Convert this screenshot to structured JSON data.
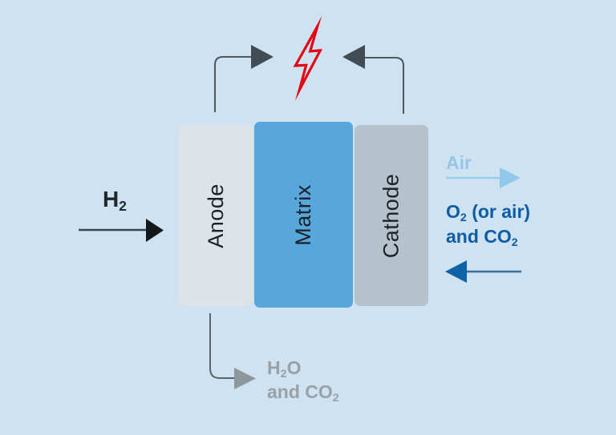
{
  "diagram": {
    "background": "#cfe2f1",
    "cell": {
      "layers": [
        {
          "id": "anode",
          "label": "Anode",
          "color": "#dde3e7"
        },
        {
          "id": "matrix",
          "label": "Matrix",
          "color": "#57a7dd"
        },
        {
          "id": "cathode",
          "label": "Cathode",
          "color": "#b5c2cb"
        }
      ],
      "label_color": "#1b2227"
    },
    "electricity": {
      "icon": "lightning-bolt-icon",
      "bolt_color": "#e30613",
      "wire_color": "#4d575e",
      "arrow_color": "#414c54"
    },
    "flows": {
      "hydrogen_in": {
        "text": "H",
        "sub": "2",
        "color": "#20282c",
        "line_color": "#3a444b",
        "arrow_color": "#15181b"
      },
      "air_out": {
        "text": "Air",
        "color": "#93c7ea",
        "line_color": "#9bcbec",
        "arrow_color": "#92c8ea"
      },
      "oxidant_in": {
        "line1_main": "O",
        "line1_sub": "2",
        "line1_rest": " (or air)",
        "line2_main": "and CO",
        "line2_sub": "2",
        "color": "#0d5ca6",
        "line_color": "#3f6f99",
        "arrow_color": "#0f62a8"
      },
      "anode_exhaust": {
        "line1_main": "H",
        "line1_sub": "2",
        "line1_rest": "O",
        "line2_main": "and CO",
        "line2_sub": "2",
        "color": "#98a1a7",
        "line_color": "#5a646b",
        "arrow_color": "#8e979b"
      }
    }
  }
}
